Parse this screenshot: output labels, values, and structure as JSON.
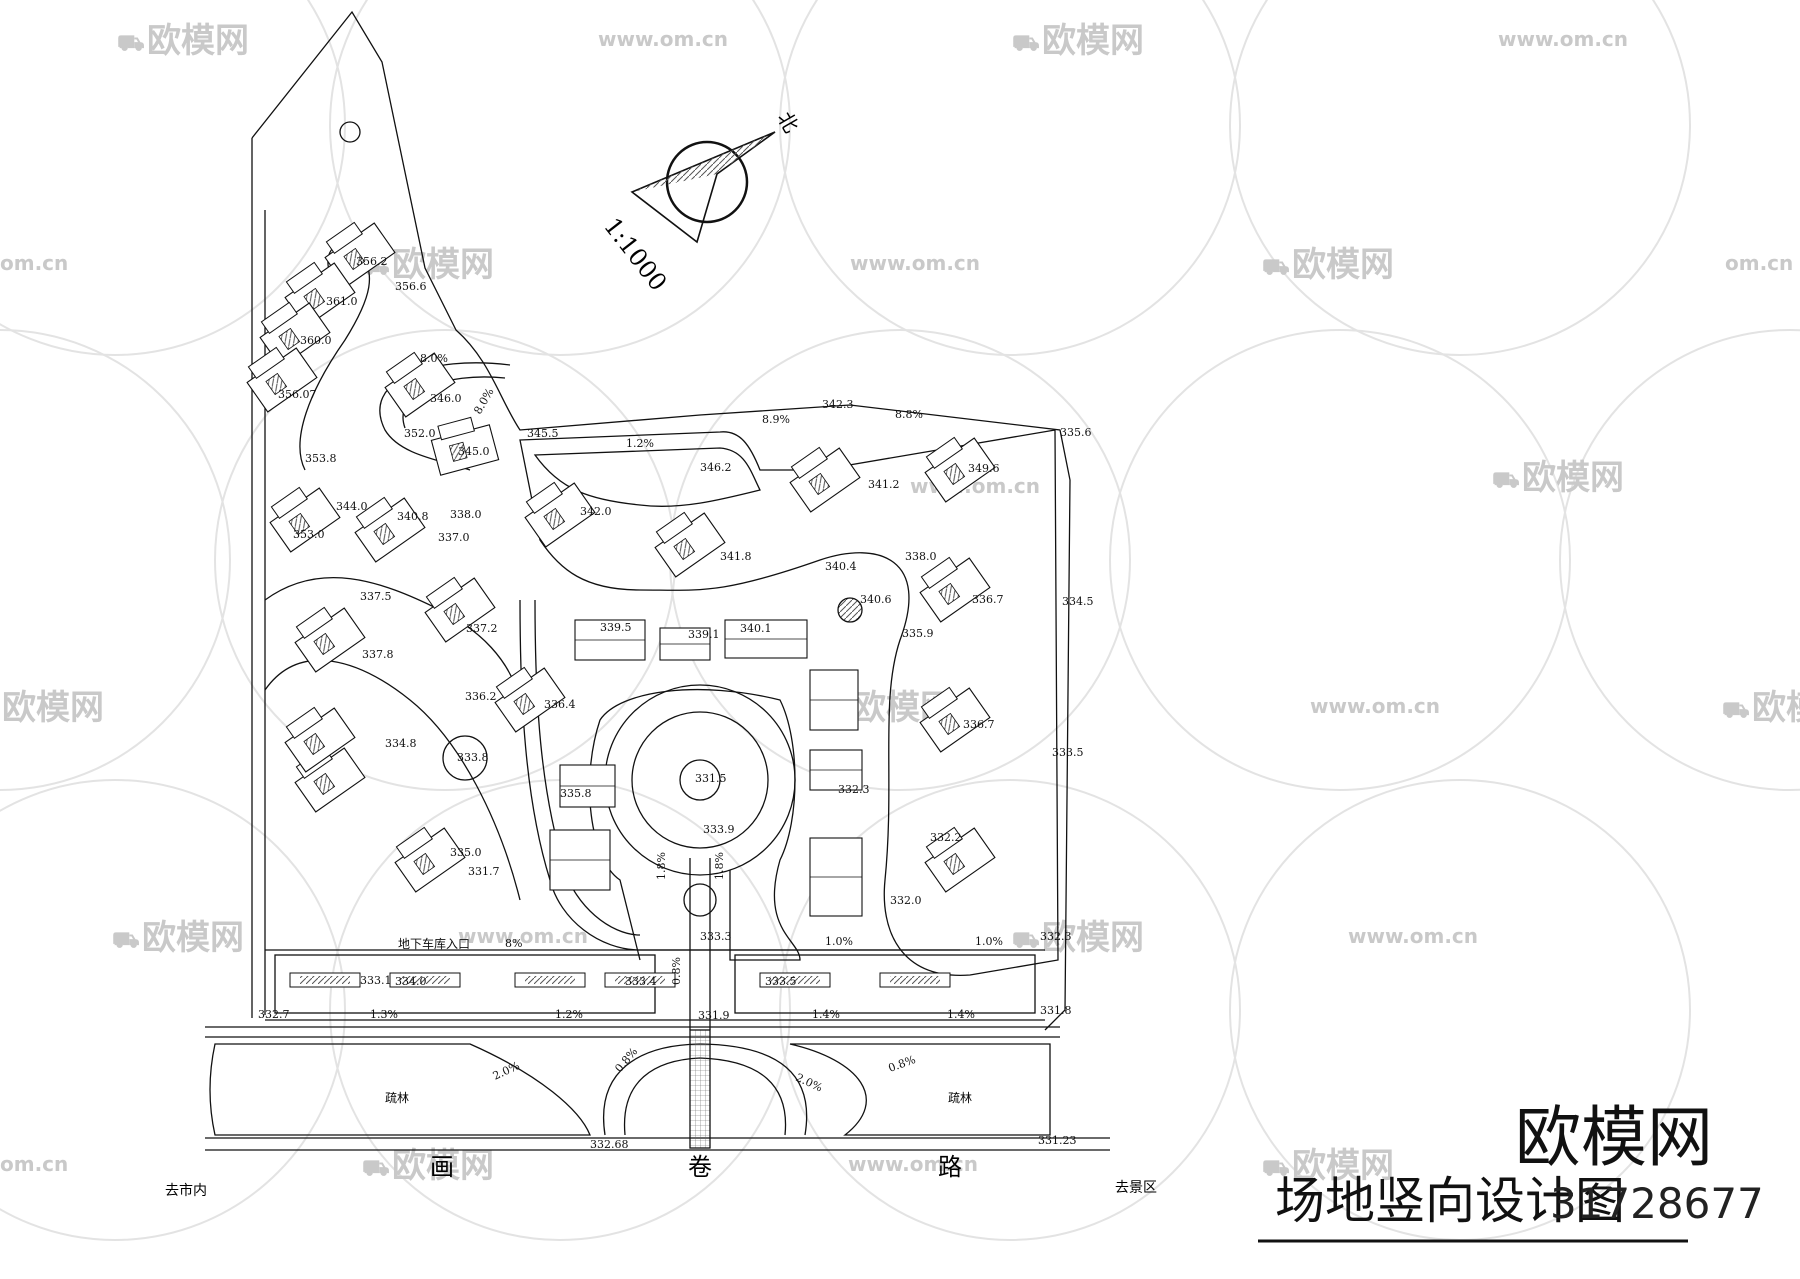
{
  "drawing": {
    "title": "场地竖向设计图",
    "scale": "1:1000",
    "north_label": "北",
    "road_chars": [
      "画",
      "卷",
      "路"
    ],
    "to_city": "去市内",
    "to_scenic": "去景区",
    "grove_label": "疏林",
    "garage_label": "地下车库入口"
  },
  "watermark": {
    "brand": "欧模网",
    "url": "www.om.cn",
    "url_short": "om.cn",
    "id_number": "31728677"
  },
  "elevations": [
    "356.6",
    "356.2",
    "361.0",
    "360.0",
    "356.07",
    "353.8",
    "346.0",
    "352.0",
    "345.0",
    "344.0",
    "353.0",
    "340.8",
    "338.0",
    "337.0",
    "345.5",
    "337.5",
    "342.0",
    "346.2",
    "341.8",
    "342.3",
    "341.2",
    "335.6",
    "349.6",
    "340.4",
    "340.6",
    "338.0",
    "339.5",
    "339.1",
    "340.1",
    "336.7",
    "335.9",
    "334.5",
    "337.2",
    "337.8",
    "336.2",
    "336.4",
    "335.8",
    "334.8",
    "333.8",
    "331.5",
    "332.3",
    "335.0",
    "331.7",
    "333.9",
    "336.7",
    "333.5",
    "332.0",
    "332.2",
    "332.3",
    "333.5",
    "334.0",
    "332.7",
    "333.1",
    "331.9",
    "331.8",
    "332.68",
    "331.23",
    "333.3",
    "333.4"
  ],
  "slopes": [
    "8.0%",
    "8.0%",
    "1.2%",
    "8.9%",
    "8.8%",
    "1.8%",
    "1.8%",
    "1.0%",
    "1.0%",
    "1.3%",
    "1.2%",
    "1.4%",
    "1.4%",
    "0.8%",
    "0.8%",
    "2.0%",
    "2.0%",
    "0.8%",
    "8%"
  ],
  "colors": {
    "ink": "#111111",
    "watermark": "#c9c9c9",
    "hatch": "#555555"
  }
}
